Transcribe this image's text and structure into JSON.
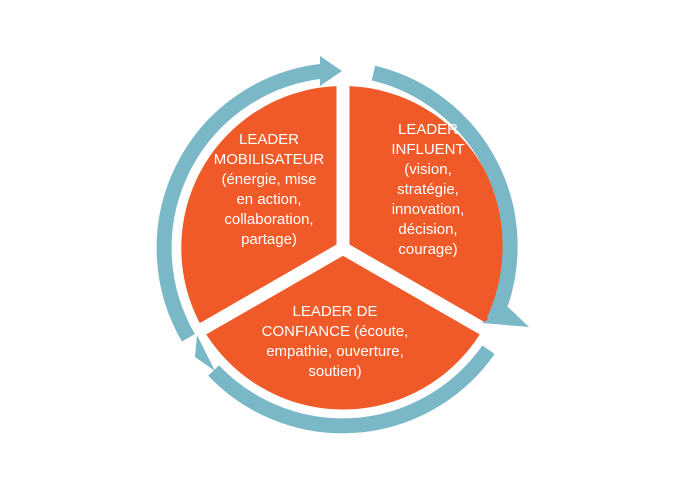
{
  "colors": {
    "segment_fill": "#f05a28",
    "divider": "#ffffff",
    "arrow": "#7ab8c8",
    "text": "#ffffff",
    "background": "#ffffff"
  },
  "segments": {
    "mobilisateur": {
      "lines": [
        "LEADER",
        "MOBILISATEUR",
        "(énergie, mise",
        "en action,",
        "collaboration,",
        "partage)"
      ]
    },
    "influent": {
      "lines": [
        "LEADER",
        "INFLUENT",
        "(vision,",
        "stratégie,",
        "innovation,",
        "décision,",
        "courage)"
      ]
    },
    "confiance": {
      "lines": [
        "LEADER DE",
        "CONFIANCE (écoute,",
        "empathie, ouverture,",
        "soutien)"
      ]
    }
  }
}
